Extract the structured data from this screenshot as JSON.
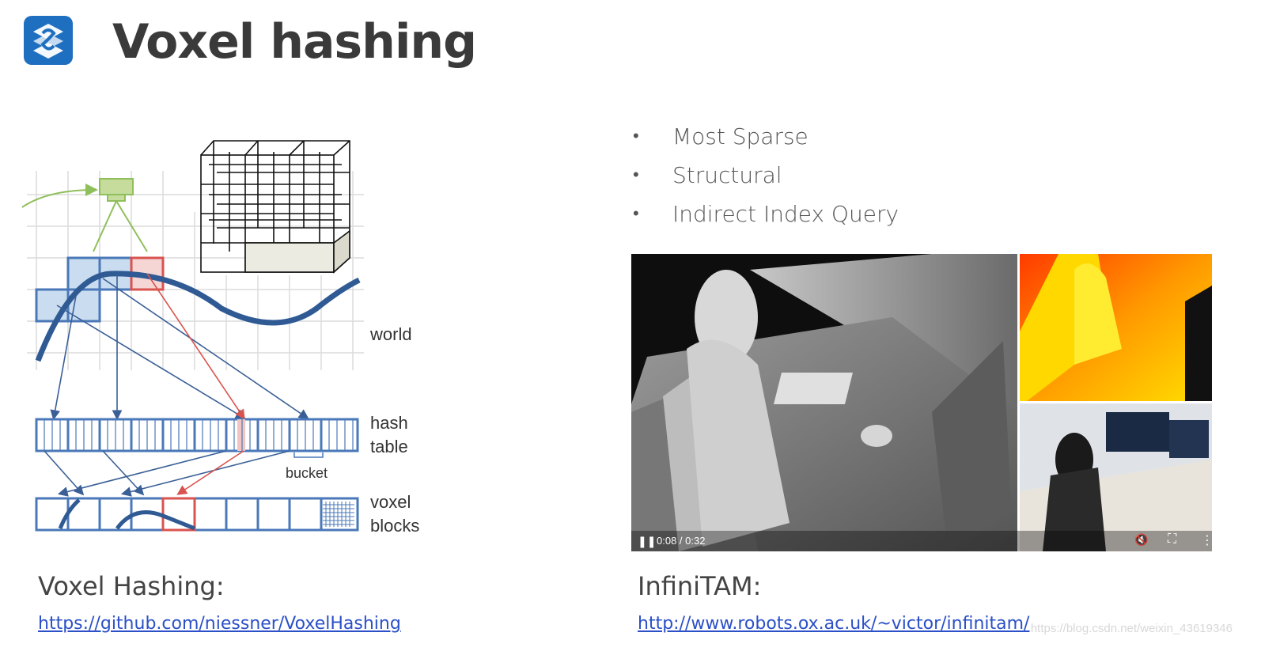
{
  "slide": {
    "title": "Voxel hashing",
    "logo": "stacked-s-logo"
  },
  "bullets": [
    {
      "text": "Most Sparse"
    },
    {
      "text": "Structural"
    },
    {
      "text": "Indirect Index Query"
    }
  ],
  "diagram": {
    "labels": {
      "world": "world",
      "hash_line1": "hash",
      "hash_line2": "table",
      "bucket": "bucket",
      "voxel_line1": "voxel",
      "voxel_line2": "blocks"
    },
    "colors": {
      "accent_blue": "#4a78b8",
      "highlight_red": "#d9534f",
      "camera_green": "#8fbf5a"
    }
  },
  "left_section": {
    "label": "Voxel Hashing:",
    "link": "https://github.com/niessner/VoxelHashing"
  },
  "right_section": {
    "label": "InfiniTAM:",
    "link": "http://www.robots.ox.ac.uk/~victor/infinitam/"
  },
  "video": {
    "time": "0:08 / 0:32",
    "icons": [
      "pause-icon",
      "mute-icon",
      "fullscreen-icon",
      "more-icon"
    ]
  },
  "watermark": "https://blog.csdn.net/weixin_43619346"
}
